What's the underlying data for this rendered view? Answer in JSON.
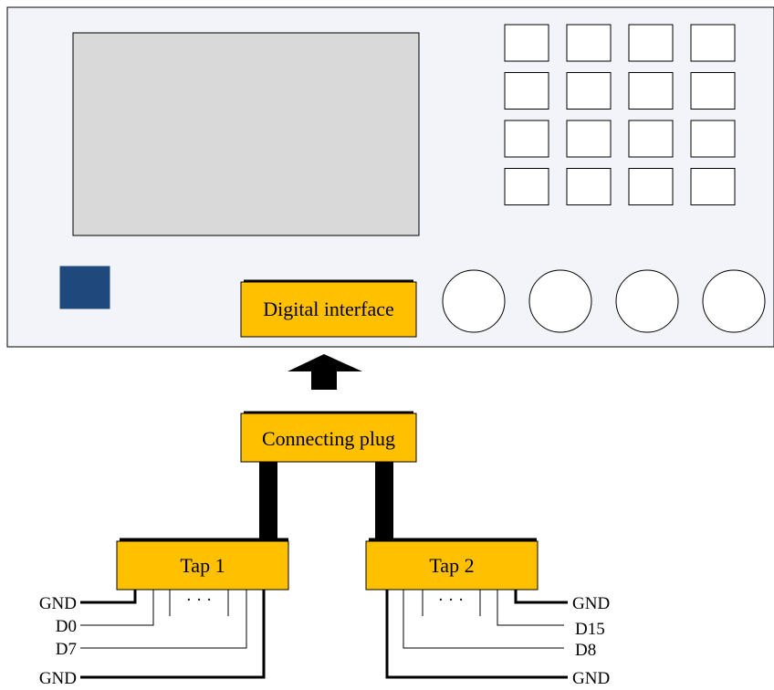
{
  "colors": {
    "panel_fill": "#f2f4f9",
    "screen_fill": "#d9d9d9",
    "block_fill": "#ffc000",
    "power_button_fill": "#1f497d",
    "line": "#000000"
  },
  "instrument": {
    "interface_label": "Digital interface",
    "keypad_rows": 4,
    "keypad_cols": 4,
    "knob_count": 4
  },
  "plug": {
    "label": "Connecting plug"
  },
  "taps": [
    {
      "label": "Tap 1",
      "pins": [
        "GND",
        "D0",
        "D7",
        "GND"
      ],
      "ellipsis": "· · ·"
    },
    {
      "label": "Tap 2",
      "pins": [
        "GND",
        "D15",
        "D8",
        "GND"
      ],
      "ellipsis": "· · ·"
    }
  ]
}
